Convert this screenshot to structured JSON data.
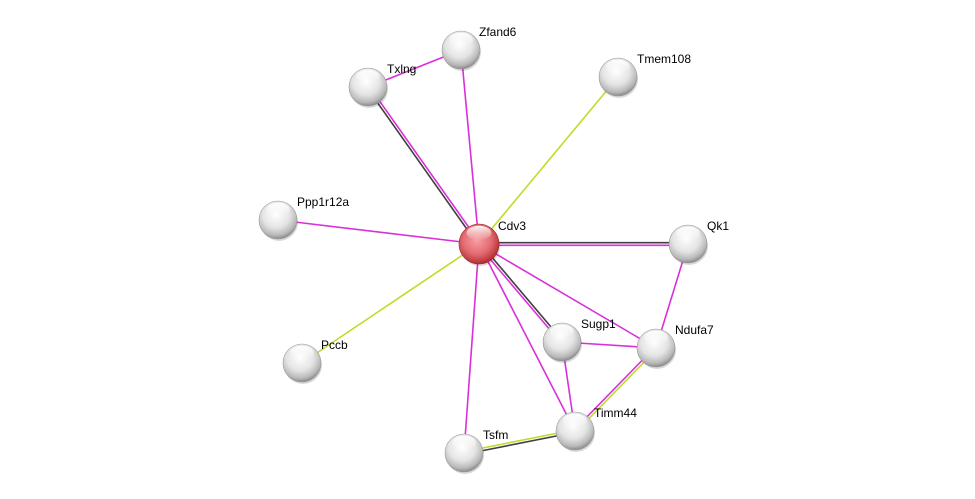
{
  "network": {
    "query_node": "Cdv3",
    "colors": {
      "query_node": "#d9484d",
      "other_node": "#e6e6e6",
      "experiments": "#d930d9",
      "coexpression": "#404040",
      "textmining": "#bedd26"
    },
    "nodes": [
      {
        "id": "Cdv3",
        "label": "Cdv3"
      },
      {
        "id": "Zfand6",
        "label": "Zfand6"
      },
      {
        "id": "Txlng",
        "label": "Txlng"
      },
      {
        "id": "Tmem108",
        "label": "Tmem108"
      },
      {
        "id": "Ppp1r12a",
        "label": "Ppp1r12a"
      },
      {
        "id": "Qk1",
        "label": "Qk1"
      },
      {
        "id": "Sugp1",
        "label": "Sugp1"
      },
      {
        "id": "Ndufa7",
        "label": "Ndufa7"
      },
      {
        "id": "Pccb",
        "label": "Pccb"
      },
      {
        "id": "Timm44",
        "label": "Timm44"
      },
      {
        "id": "Tsfm",
        "label": "Tsfm"
      }
    ],
    "edges": [
      {
        "a": "Txlng",
        "b": "Zfand6",
        "evidence": [
          "experiments"
        ]
      },
      {
        "a": "Cdv3",
        "b": "Txlng",
        "evidence": [
          "coexpression",
          "experiments"
        ]
      },
      {
        "a": "Cdv3",
        "b": "Zfand6",
        "evidence": [
          "experiments"
        ]
      },
      {
        "a": "Cdv3",
        "b": "Tmem108",
        "evidence": [
          "textmining"
        ]
      },
      {
        "a": "Cdv3",
        "b": "Ppp1r12a",
        "evidence": [
          "experiments"
        ]
      },
      {
        "a": "Cdv3",
        "b": "Qk1",
        "evidence": [
          "coexpression",
          "experiments"
        ]
      },
      {
        "a": "Cdv3",
        "b": "Pccb",
        "evidence": [
          "textmining"
        ]
      },
      {
        "a": "Cdv3",
        "b": "Sugp1",
        "evidence": [
          "coexpression",
          "experiments"
        ]
      },
      {
        "a": "Cdv3",
        "b": "Ndufa7",
        "evidence": [
          "experiments"
        ]
      },
      {
        "a": "Cdv3",
        "b": "Timm44",
        "evidence": [
          "experiments"
        ]
      },
      {
        "a": "Cdv3",
        "b": "Tsfm",
        "evidence": [
          "experiments"
        ]
      },
      {
        "a": "Qk1",
        "b": "Ndufa7",
        "evidence": [
          "experiments"
        ]
      },
      {
        "a": "Sugp1",
        "b": "Ndufa7",
        "evidence": [
          "experiments"
        ]
      },
      {
        "a": "Sugp1",
        "b": "Timm44",
        "evidence": [
          "experiments"
        ]
      },
      {
        "a": "Ndufa7",
        "b": "Timm44",
        "evidence": [
          "textmining",
          "experiments"
        ]
      },
      {
        "a": "Tsfm",
        "b": "Timm44",
        "evidence": [
          "textmining",
          "coexpression"
        ]
      }
    ]
  }
}
